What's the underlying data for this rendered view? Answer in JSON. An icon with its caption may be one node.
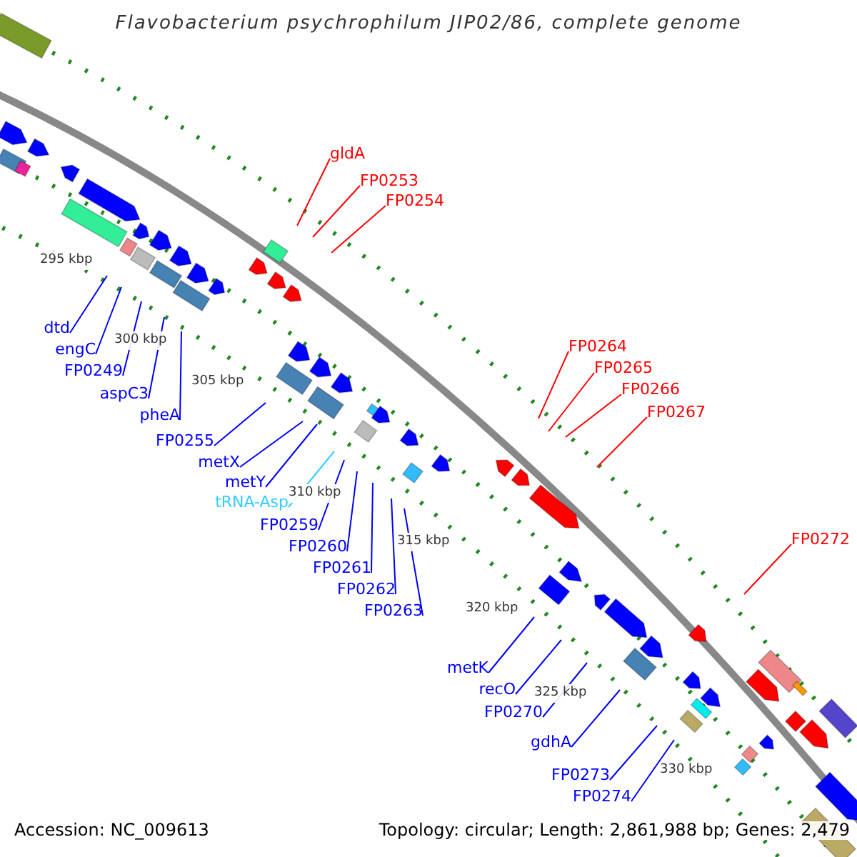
{
  "diagram": {
    "title": "Flavobacterium psychrophilum JIP02/86, complete genome",
    "nodes": [
      {
        "text": [
          "gldA"
        ]
      },
      {
        "text": [
          "FP0253"
        ]
      },
      {
        "text": [
          "FP0254"
        ]
      },
      {
        "text": [
          "dtd"
        ]
      },
      {
        "text": [
          "engC"
        ]
      },
      {
        "text": [
          "FP0249"
        ]
      },
      {
        "text": [
          "aspC3"
        ]
      },
      {
        "text": [
          "pheA"
        ]
      },
      {
        "text": [
          "FP0264"
        ]
      },
      {
        "text": [
          "FP0265"
        ]
      },
      {
        "text": [
          "FP0266"
        ]
      },
      {
        "text": [
          "FP0267"
        ]
      },
      {
        "text": [
          "FP0255"
        ]
      },
      {
        "text": [
          "metX"
        ]
      },
      {
        "text": [
          "metY"
        ]
      },
      {
        "text": [
          "tRNA-Asp"
        ]
      },
      {
        "text": [
          "FP0259"
        ]
      },
      {
        "text": [
          "FP0260"
        ]
      },
      {
        "text": [
          "FP0261"
        ]
      },
      {
        "text": [
          "FP0262"
        ]
      },
      {
        "text": [
          "FP0263"
        ]
      },
      {
        "text": [
          "FP0272"
        ]
      },
      {
        "text": [
          "metK"
        ]
      },
      {
        "text": [
          "recO"
        ]
      },
      {
        "text": [
          "FP0270"
        ]
      },
      {
        "text": [
          "gdhA"
        ]
      },
      {
        "text": [
          "FP0273"
        ]
      },
      {
        "text": [
          "FP0274"
        ]
      }
    ],
    "edges": [
      {
        "from": 0,
        "to": null,
        "arrow": "none",
        "color": "#ff0000"
      },
      {
        "from": 1,
        "to": null,
        "arrow": "none",
        "color": "#ff0000"
      },
      {
        "from": 2,
        "to": null,
        "arrow": "none",
        "color": "#ff0000"
      },
      {
        "from": 3,
        "to": null,
        "arrow": "none"
      },
      {
        "from": 4,
        "to": null,
        "arrow": "none"
      },
      {
        "from": 5,
        "to": null,
        "arrow": "none"
      },
      {
        "from": 6,
        "to": null,
        "arrow": "none"
      },
      {
        "from": 7,
        "to": null,
        "arrow": "none"
      },
      {
        "from": 8,
        "to": null,
        "arrow": "none",
        "color": "#ff0000"
      },
      {
        "from": 9,
        "to": null,
        "arrow": "none",
        "color": "#ff0000"
      },
      {
        "from": 10,
        "to": null,
        "arrow": "none",
        "color": "#ff0000"
      },
      {
        "from": 11,
        "to": null,
        "arrow": "none",
        "color": "#ff0000"
      },
      {
        "from": 12,
        "to": null,
        "arrow": "none"
      },
      {
        "from": 13,
        "to": null,
        "arrow": "none"
      },
      {
        "from": 14,
        "to": null,
        "arrow": "none"
      },
      {
        "from": 15,
        "to": null,
        "arrow": "none",
        "color": "#33ccff"
      },
      {
        "from": 16,
        "to": null,
        "arrow": "none"
      },
      {
        "from": 17,
        "to": null,
        "arrow": "none"
      },
      {
        "from": 18,
        "to": null,
        "arrow": "none"
      },
      {
        "from": 19,
        "to": null,
        "arrow": "none"
      },
      {
        "from": 20,
        "to": null,
        "arrow": "none"
      },
      {
        "from": 21,
        "to": null,
        "arrow": "none",
        "color": "#ff0000"
      },
      {
        "from": 22,
        "to": null,
        "arrow": "none"
      },
      {
        "from": 23,
        "to": null,
        "arrow": "none"
      },
      {
        "from": 24,
        "to": null,
        "arrow": "none"
      },
      {
        "from": 25,
        "to": null,
        "arrow": "none"
      },
      {
        "from": 26,
        "to": null,
        "arrow": "none"
      },
      {
        "from": 27,
        "to": null,
        "arrow": "none"
      }
    ],
    "labels": [
      "295 kbp",
      "300 kbp",
      "305 kbp",
      "310 kbp",
      "315 kbp",
      "320 kbp",
      "325 kbp",
      "330 kbp",
      "Accession: NC_009613",
      "Topology: circular; Length: 2,861,988 bp; Genes: 2,479"
    ]
  }
}
